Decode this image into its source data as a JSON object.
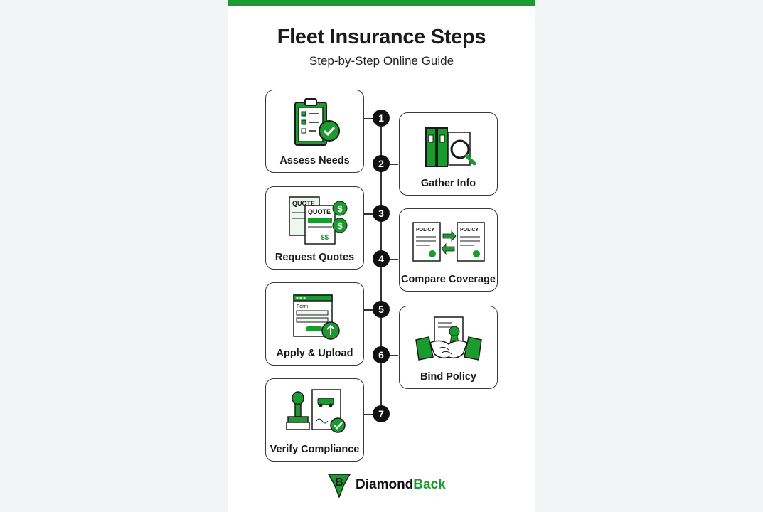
{
  "title": "Fleet Insurance Steps",
  "subtitle": "Step-by-Step Online Guide",
  "colors": {
    "accent": "#1a9b2e",
    "ink": "#1a1a1a"
  },
  "steps": [
    {
      "number": "1",
      "label": "Assess Needs",
      "icon": "clipboard-checklist-icon"
    },
    {
      "number": "2",
      "label": "Gather Info",
      "icon": "binders-magnifier-icon"
    },
    {
      "number": "3",
      "label": "Request Quotes",
      "icon": "quote-documents-icon",
      "icon_text": [
        "QUOTE",
        "QUOTE",
        "$",
        "$",
        "$$"
      ]
    },
    {
      "number": "4",
      "label": "Compare Coverage",
      "icon": "policy-compare-icon",
      "icon_text": [
        "POLICY",
        "POLICY"
      ]
    },
    {
      "number": "5",
      "label": "Apply & Upload",
      "icon": "form-upload-icon",
      "icon_text": [
        "Form"
      ]
    },
    {
      "number": "6",
      "label": "Bind Policy",
      "icon": "handshake-certificate-icon"
    },
    {
      "number": "7",
      "label": "Verify Compliance",
      "icon": "stamp-document-icon"
    }
  ],
  "brand": {
    "name_part1": "Diamond",
    "name_part2": "Back",
    "logo_letter": "B"
  }
}
